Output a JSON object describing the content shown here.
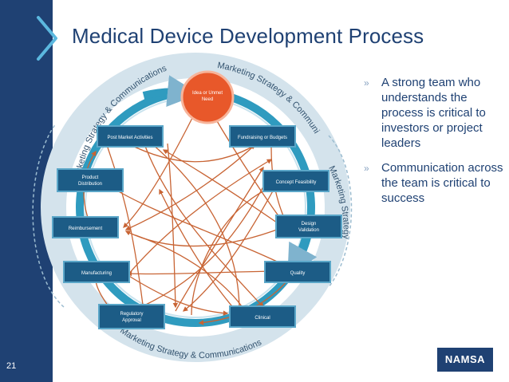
{
  "slide": {
    "title": "Medical Device Development Process",
    "page_number": "21",
    "logo": "NAMSA"
  },
  "bullets": [
    "A strong team who understands the process is critical to investors or project leaders",
    "Communication across the team is critical to success"
  ],
  "bullet_marker": "»",
  "diagram": {
    "nodes": [
      {
        "id": "idea",
        "label": "Idea or Unmet Need"
      },
      {
        "id": "fund",
        "label": "Fundraising or Budgets"
      },
      {
        "id": "concept",
        "label": "Concept Feasibility"
      },
      {
        "id": "design",
        "label": "Design Validation"
      },
      {
        "id": "quality",
        "label": "Quality"
      },
      {
        "id": "clinical",
        "label": "Clinical"
      },
      {
        "id": "regulatory",
        "label": "Regulatory Approval"
      },
      {
        "id": "manufacturing",
        "label": "Manufacturing"
      },
      {
        "id": "reimbursement",
        "label": "Reimbursement"
      },
      {
        "id": "distribution",
        "label": "Product Distribution"
      },
      {
        "id": "postmarket",
        "label": "Post Market Activities"
      }
    ],
    "ring_labels": {
      "top_left": "Marketing Strategy & Communications",
      "top_right": "Marketing Strategy & Communications",
      "right": "Marketing Strategy & Communications",
      "bottom": "Marketing Strategy & Communications"
    }
  },
  "colors": {
    "navy": "#1f4173",
    "box": "#1c5c86",
    "box_border": "#5aa6c8",
    "ring": "#aec9d8",
    "arrow": "#c86434",
    "idea": "#e8582a"
  }
}
